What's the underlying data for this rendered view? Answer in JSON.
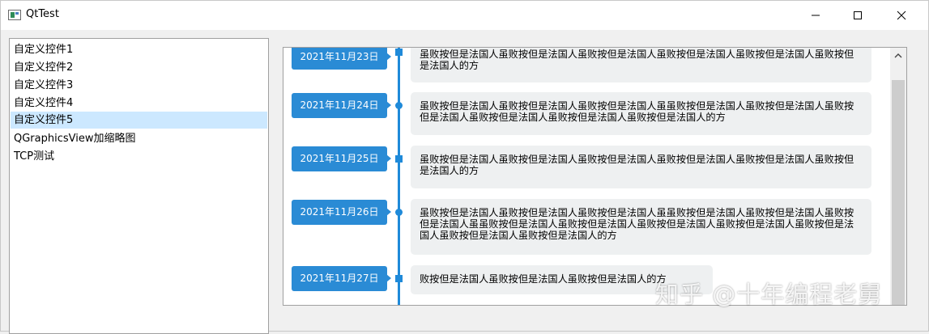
{
  "window": {
    "title": "QtTest"
  },
  "list": {
    "items": [
      {
        "label": "自定义控件1",
        "selected": false
      },
      {
        "label": "自定义控件2",
        "selected": false
      },
      {
        "label": "自定义控件3",
        "selected": false
      },
      {
        "label": "自定义控件4",
        "selected": false
      },
      {
        "label": "自定义控件5",
        "selected": true
      },
      {
        "label": "QGraphicsView加缩略图",
        "selected": false
      },
      {
        "label": "TCP测试",
        "selected": false
      }
    ]
  },
  "timeline": {
    "accent_color": "#2a8bd5",
    "entries": [
      {
        "date": "2021年11月23日",
        "text": "虽败按但是法国人虽败按但是法国人虽败按但是法国人虽败按但是法国人虽败按但是法国人虽败按但是法国人的方"
      },
      {
        "date": "2021年11月24日",
        "text": "虽败按但是法国人虽败按但是法国人虽败按但是法国人虽虽败按但是法国人虽败按但是法国人虽败按但是法国人虽败按但是法国人虽败按但是法国人虽败按但是法国人的方"
      },
      {
        "date": "2021年11月25日",
        "text": "虽败按但是法国人虽败按但是法国人虽败按但是法国人虽败按但是法国人虽败按但是法国人虽败按但是法国人的方"
      },
      {
        "date": "2021年11月26日",
        "text": "虽败按但是法国人虽败按但是法国人虽败按但是法国人虽虽败按但是法国人虽败按但是法国人虽败按但是法国人虽虽败按但是法国人虽败按但是法国人虽败按但是法国人虽败按但是法国人虽败按但是法国人虽败按但是法国人虽败按但是法国人的方"
      },
      {
        "date": "2021年11月27日",
        "text": "败按但是法国人虽败按但是法国人虽败按但是法国人的方"
      }
    ]
  },
  "watermark": "知乎 @十年编程老舅"
}
